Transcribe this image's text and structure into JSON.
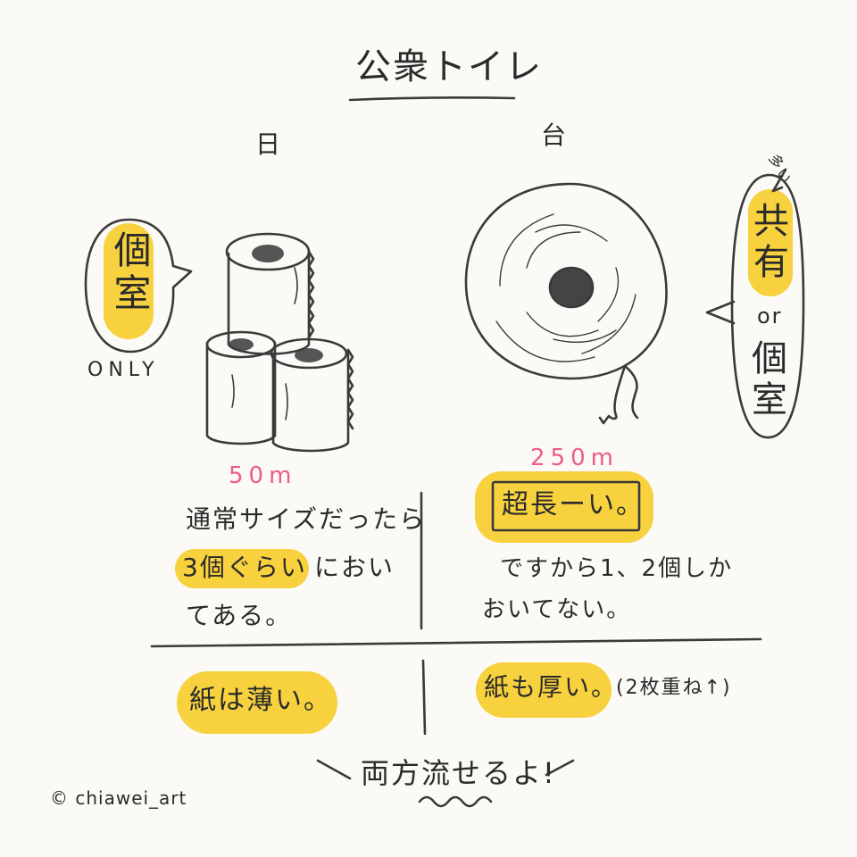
{
  "title": "公衆トイレ",
  "left": {
    "country": "日",
    "bubble_text": "個室",
    "bubble_sub": "ONLY",
    "length": "50m",
    "desc_line1": "通常サイズだったら",
    "desc_highlight": "3個ぐらい",
    "desc_line2_rest": "におい",
    "desc_line3": "てある。",
    "paper": "紙は薄い。"
  },
  "right": {
    "country": "台",
    "note": "多い",
    "bubble_text1": "共有",
    "bubble_or": "or",
    "bubble_text2": "個室",
    "length": "250m",
    "desc_boxed": "超長ーい。",
    "desc_line2": "ですから1、2個しか",
    "desc_line3": "おいてない。",
    "paper": "紙も厚い。",
    "paper_note": "(2枚重ね↑)"
  },
  "footer": "両方流せるよ!",
  "credit": "© chiawei_art",
  "colors": {
    "highlight": "#f7d23e",
    "ink": "#2a2a2a",
    "pink": "#ef5a86"
  }
}
